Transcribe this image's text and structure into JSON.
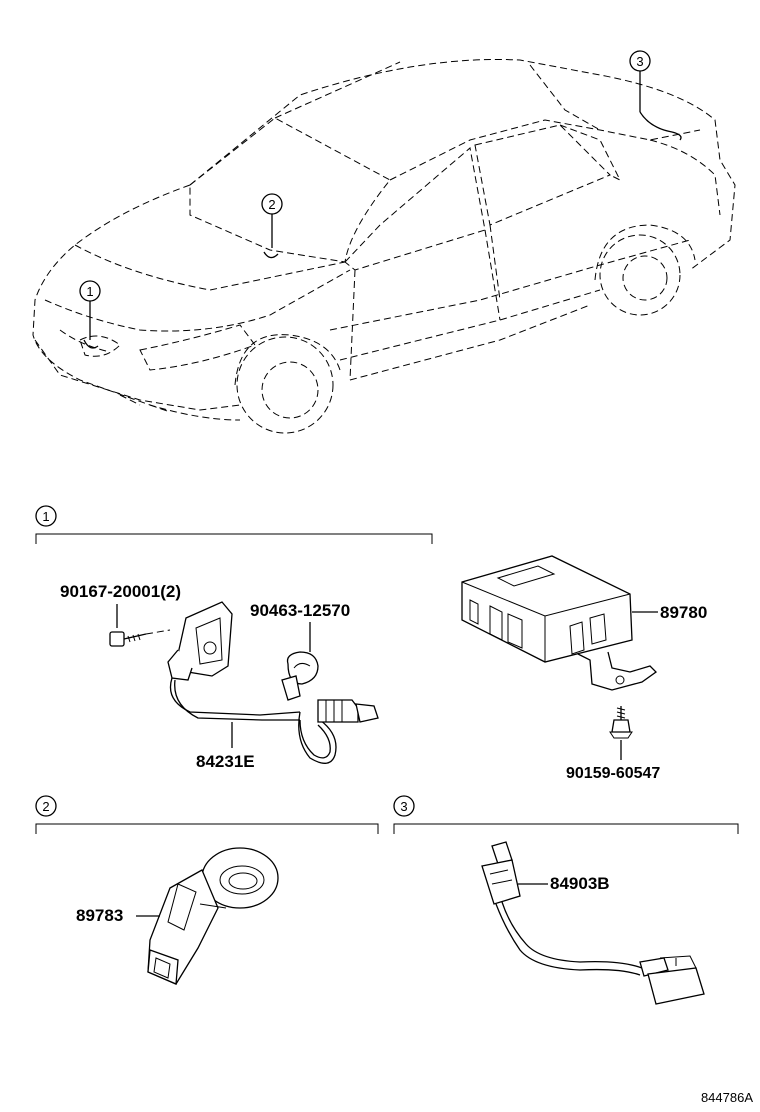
{
  "callouts": [
    "1",
    "2",
    "3"
  ],
  "section_1": {
    "number": "1",
    "parts": {
      "bolt": "90167-20001(2)",
      "clamp": "90463-12570",
      "wire": "84231E",
      "computer": "89780",
      "computer_bolt": "90159-60547"
    }
  },
  "section_2": {
    "number": "2",
    "parts": {
      "sensor": "89783"
    }
  },
  "section_3": {
    "number": "3",
    "parts": {
      "wire": "84903B"
    }
  },
  "document_code": "844786A"
}
